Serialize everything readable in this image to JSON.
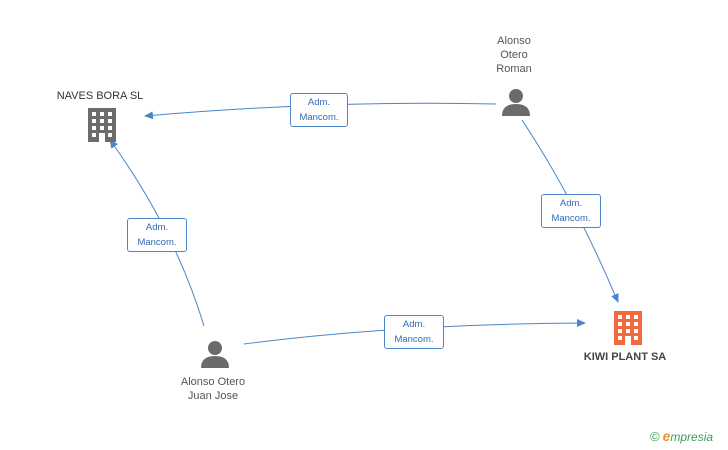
{
  "nodes": {
    "naves_bora": {
      "name": "NAVES BORA SL",
      "kind": "company",
      "color": "#6b6b6b"
    },
    "kiwi_plant": {
      "name": "KIWI PLANT SA",
      "kind": "company-focus",
      "color": "#f26a3d"
    },
    "alonso_roman": {
      "name": "Alonso Otero Roman",
      "kind": "person",
      "color": "#6b6b6b"
    },
    "alonso_juan": {
      "name": "Alonso Otero Juan Jose",
      "kind": "person",
      "color": "#6b6b6b"
    }
  },
  "edges": [
    {
      "from": "alonso_roman",
      "to": "naves_bora",
      "label_line1": "Adm.",
      "label_line2": "Mancom."
    },
    {
      "from": "alonso_roman",
      "to": "kiwi_plant",
      "label_line1": "Adm.",
      "label_line2": "Mancom."
    },
    {
      "from": "alonso_juan",
      "to": "naves_bora",
      "label_line1": "Adm.",
      "label_line2": "Mancom."
    },
    {
      "from": "alonso_juan",
      "to": "kiwi_plant",
      "label_line1": "Adm.",
      "label_line2": "Mancom."
    }
  ],
  "colors": {
    "edge": "#4a86c8",
    "edge_label_text": "#2f6cb3"
  },
  "brand": {
    "copyright": "©",
    "initial": "e",
    "rest": "mpresia"
  }
}
